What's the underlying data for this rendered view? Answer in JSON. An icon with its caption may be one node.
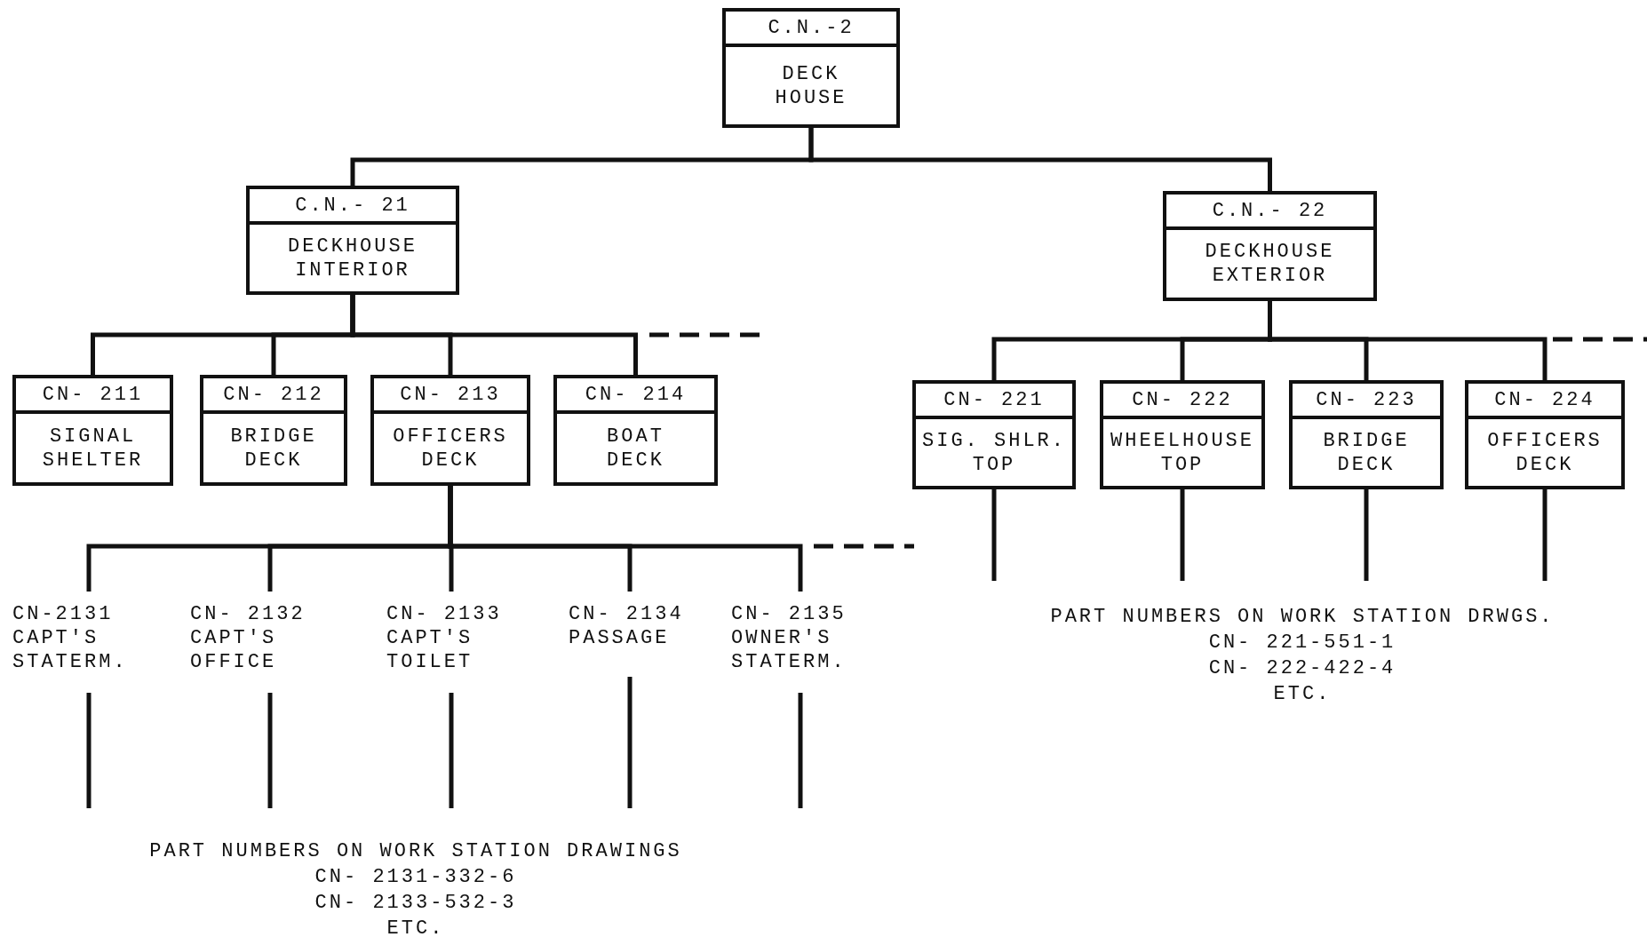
{
  "diagram": {
    "nodes": [
      {
        "text": [
          "C.N.-2",
          "DECK HOUSE"
        ]
      },
      {
        "text": [
          "C.N.- 21",
          "DECKHOUSE INTERIOR"
        ]
      },
      {
        "text": [
          "C.N.- 22",
          "DECKHOUSE EXTERIOR"
        ]
      },
      {
        "text": [
          "CN- 211",
          "SIGNAL SHELTER"
        ]
      },
      {
        "text": [
          "CN- 212",
          "BRIDGE DECK"
        ]
      },
      {
        "text": [
          "CN- 213",
          "OFFICERS DECK"
        ]
      },
      {
        "text": [
          "CN- 214",
          "BOAT DECK"
        ]
      },
      {
        "text": [
          "CN- 221",
          "SIG. SHLR. TOP"
        ]
      },
      {
        "text": [
          "CN- 222",
          "WHEELHOUSE TOP"
        ]
      },
      {
        "text": [
          "CN- 223",
          "BRIDGE DECK"
        ]
      },
      {
        "text": [
          "CN- 224",
          "OFFICERS DECK"
        ]
      },
      {
        "text": [
          "CN-2131",
          "CAPT'S STATERM."
        ]
      },
      {
        "text": [
          "CN- 2132",
          "CAPT'S OFFICE"
        ]
      },
      {
        "text": [
          "CN- 2133",
          "CAPT'S TOILET"
        ]
      },
      {
        "text": [
          "CN- 2134",
          "PASSAGE"
        ]
      },
      {
        "text": [
          "CN- 2135",
          "OWNER'S STATERM."
        ]
      }
    ],
    "edges": [
      {
        "from": 0,
        "to": 1,
        "arrow": "none"
      },
      {
        "from": 0,
        "to": 2,
        "arrow": "none"
      },
      {
        "from": 1,
        "to": 3,
        "arrow": "none"
      },
      {
        "from": 1,
        "to": 4,
        "arrow": "none"
      },
      {
        "from": 1,
        "to": 5,
        "arrow": "none"
      },
      {
        "from": 1,
        "to": 6,
        "arrow": "none"
      },
      {
        "from": 2,
        "to": 7,
        "arrow": "none"
      },
      {
        "from": 2,
        "to": 8,
        "arrow": "none"
      },
      {
        "from": 2,
        "to": 9,
        "arrow": "none"
      },
      {
        "from": 2,
        "to": 10,
        "arrow": "none"
      },
      {
        "from": 5,
        "to": 11,
        "arrow": "none"
      },
      {
        "from": 5,
        "to": 12,
        "arrow": "none"
      },
      {
        "from": 5,
        "to": 13,
        "arrow": "none"
      },
      {
        "from": 5,
        "to": 14,
        "arrow": "none"
      },
      {
        "from": 5,
        "to": 15,
        "arrow": "none"
      },
      {
        "from": 1,
        "to": null,
        "arrow": "none",
        "style": "dashed"
      },
      {
        "from": 2,
        "to": null,
        "arrow": "none",
        "style": "dashed"
      },
      {
        "from": 5,
        "to": null,
        "arrow": "none",
        "style": "dashed"
      },
      {
        "from": 11,
        "to": null,
        "arrow": "none"
      },
      {
        "from": 12,
        "to": null,
        "arrow": "none"
      },
      {
        "from": 13,
        "to": null,
        "arrow": "none"
      },
      {
        "from": 14,
        "to": null,
        "arrow": "none"
      },
      {
        "from": 15,
        "to": null,
        "arrow": "none"
      },
      {
        "from": 7,
        "to": null,
        "arrow": "none"
      },
      {
        "from": 8,
        "to": null,
        "arrow": "none"
      },
      {
        "from": 9,
        "to": null,
        "arrow": "none"
      },
      {
        "from": 10,
        "to": null,
        "arrow": "none"
      }
    ],
    "labels": [
      "PART NUMBERS ON WORK STATION DRWGS.",
      "CN- 221-551-1",
      "CN- 222-422-4",
      "ETC.",
      "PART NUMBERS ON WORK STATION DRAWINGS",
      "CN- 2131-332-6",
      "CN- 2133-532-3",
      "ETC."
    ]
  }
}
